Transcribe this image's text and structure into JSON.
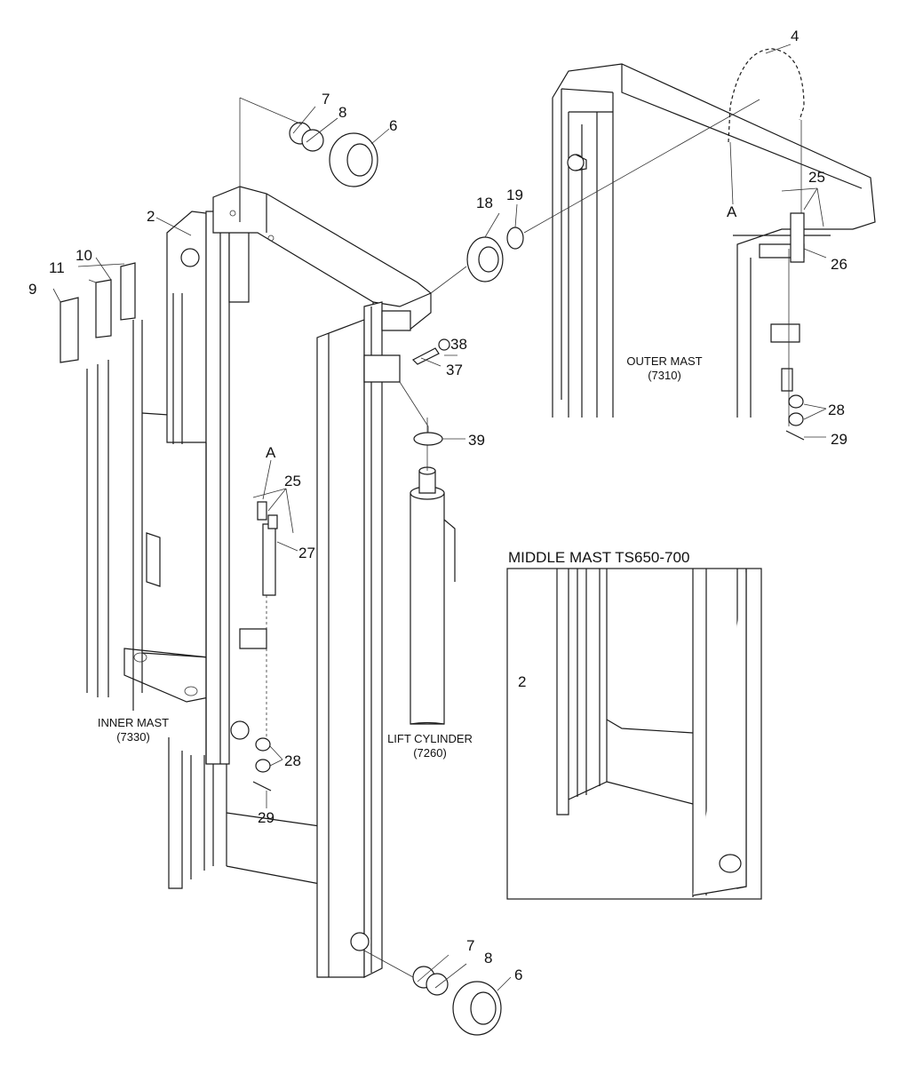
{
  "diagram": {
    "inset_title": "MIDDLE MAST TS650-700",
    "assemblies": {
      "inner_mast": {
        "name": "INNER MAST",
        "code": "(7330)"
      },
      "outer_mast": {
        "name": "OUTER MAST",
        "code": "(7310)"
      },
      "lift_cylinder": {
        "name": "LIFT CYLINDER",
        "code": "(7260)"
      }
    },
    "callouts": {
      "p2": "2",
      "p4": "4",
      "p6": "6",
      "p7": "7",
      "p8": "8",
      "p9": "9",
      "p10": "10",
      "p11": "11",
      "p18": "18",
      "p19": "19",
      "p25": "25",
      "p26": "26",
      "p27": "27",
      "p28": "28",
      "p29": "29",
      "p37": "37",
      "p38": "38",
      "p39": "39",
      "pA": "A"
    }
  }
}
